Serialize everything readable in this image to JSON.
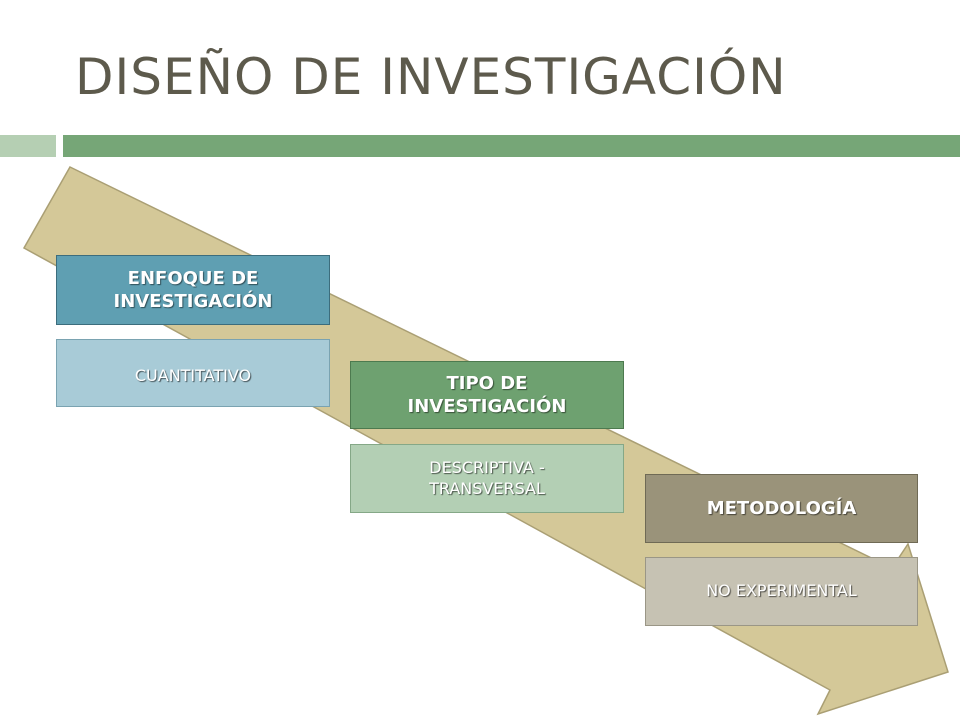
{
  "title": "DISEÑO DE INVESTIGACIÓN",
  "colors": {
    "title": "#5d5a4c",
    "accent_bar": "#76a677",
    "accent_bar_light": "#b5cfb3",
    "arrow_fill": "#d4c898",
    "arrow_stroke": "#aa9f74"
  },
  "steps": [
    {
      "header": "ENFOQUE DE INVESTIGACIÓN",
      "value": "CUANTITATIVO",
      "header_color": "#5f9fb2",
      "value_color": "#a8cbd7"
    },
    {
      "header": "TIPO DE INVESTIGACIÓN",
      "value": "DESCRIPTIVA - TRANSVERSAL",
      "header_color": "#6ea170",
      "value_color": "#b3cfb4"
    },
    {
      "header": "METODOLOGÍA",
      "value": "NO EXPERIMENTAL",
      "header_color": "#9a937a",
      "value_color": "#c6c2b3"
    }
  ]
}
